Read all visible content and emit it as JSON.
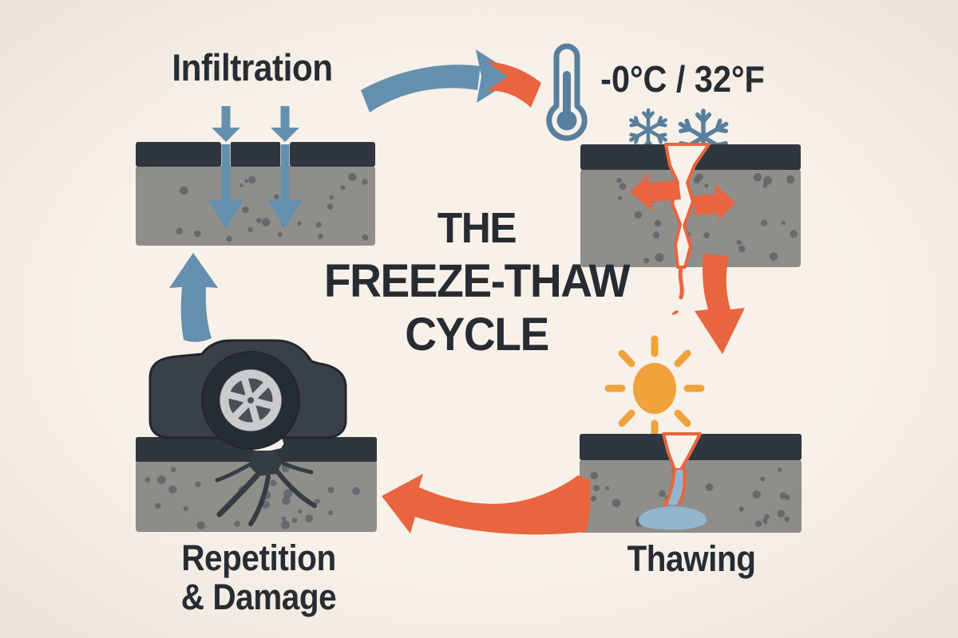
{
  "title": {
    "line1": "THE",
    "line2": "FREEZE-THAW",
    "line3": "CYCLE"
  },
  "stages": {
    "infiltration": {
      "label": "Infiltration"
    },
    "freezing": {
      "temperature": "-0°C / 32°F"
    },
    "thawing": {
      "label": "Thawing"
    },
    "repetition": {
      "line1": "Repetition",
      "line2": "& Damage"
    }
  },
  "icons": {
    "thermometer": "thermometer-icon",
    "snowflake_small": "snowflake-icon",
    "snowflake_large": "snowflake-icon",
    "sun": "sun-icon",
    "car": "car-icon",
    "infiltration_arrows": "down-arrow-icons",
    "expansion_arrows": "left-right-arrow-icons",
    "cycle_arrow_top": "curved-right-arrow-icon",
    "cycle_arrow_right": "down-arrow-icon",
    "cycle_arrow_bottom": "curved-left-arrow-icon",
    "cycle_arrow_left": "up-arrow-icon"
  },
  "colors": {
    "background": "#f7f1ea",
    "ink": "#272c33",
    "blue": "#6590ad",
    "blue_deep": "#587f9d",
    "orange": "#e8653f",
    "sun": "#f0a23c",
    "asphalt": "#30363d",
    "aggregate": "#8f8e8a",
    "speckle": "#5c6066",
    "crack_dark": "#363c43",
    "water": "#93b6cf",
    "car_body": "#3a4047",
    "car_edge": "#22272d",
    "tire": "#262c33",
    "rim": "#c9cbcc",
    "rim_dark": "#4a5057"
  }
}
